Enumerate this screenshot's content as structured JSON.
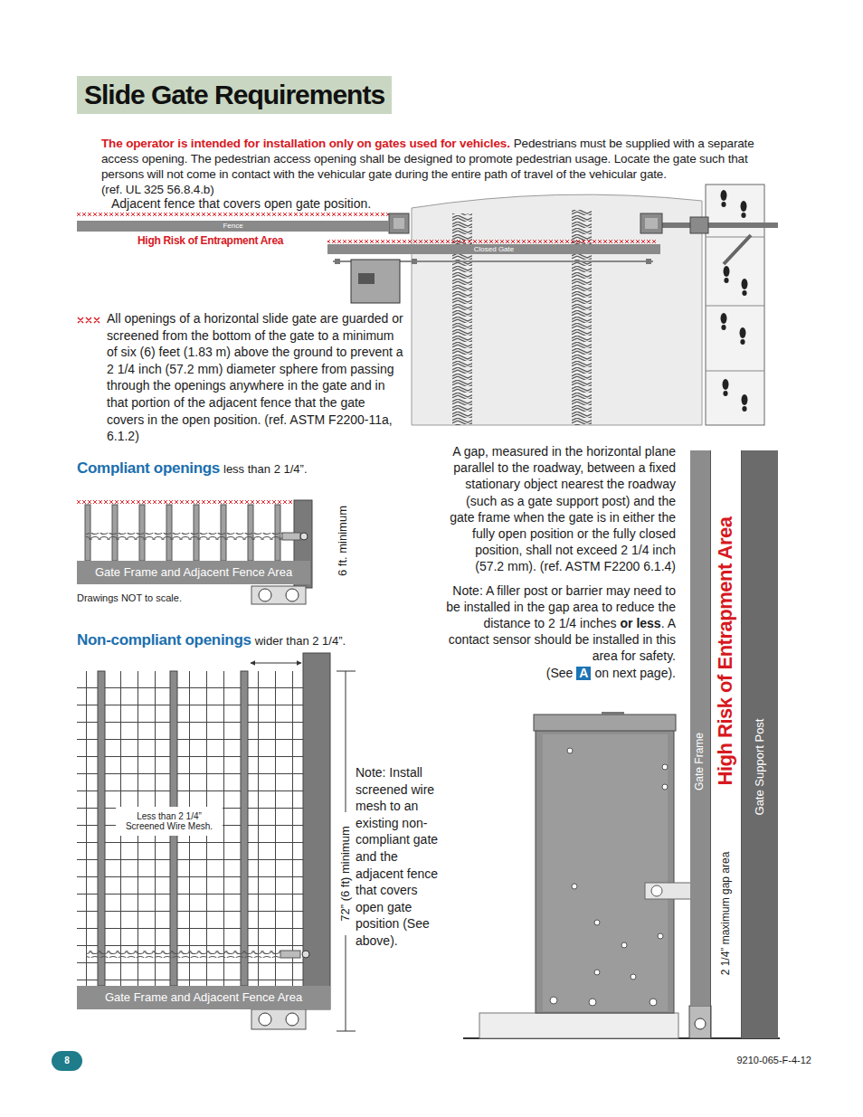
{
  "diagram": {
    "title": "Slide Gate Requirements",
    "nodes": [
      {
        "text": [
          "Fence"
        ]
      },
      {
        "text": [
          "Closed Gate"
        ]
      },
      {
        "text": [
          "Gate Frame and Adjacent Fence Area"
        ]
      },
      {
        "text": [
          "Less than 2 1/4” Screened Wire Mesh."
        ]
      },
      {
        "text": [
          "Gate Frame and Adjacent Fence Area"
        ]
      },
      {
        "text": [
          "Gate Frame"
        ]
      },
      {
        "text": [
          "Gate Support Post"
        ]
      },
      {
        "text": [
          "8"
        ]
      }
    ],
    "labels": [
      "The operator is intended for installation only on gates used for vehicles.",
      "Pedestrians must be supplied with a separate access opening. The pedestrian access opening shall be designed to promote pedestrian usage. Locate the gate such that persons will not come in contact with the vehicular gate during the entire path of travel of the vehicular gate.",
      "(ref. UL 325 56.8.4.b)",
      "Adjacent fence that covers open gate position.",
      "High Risk of Entrapment Area",
      "Compliant openings",
      "less than 2 1/4”.",
      "6 ft. minimum",
      "Drawings NOT to scale.",
      "Non-compliant openings",
      "wider than 2 1/4”.",
      "72” (6 ft) minimum",
      "Note: Install screened wire mesh to an existing non-compliant gate and the adjacent fence that covers open gate position (See above).",
      "A gap, measured in the horizontal plane parallel to the roadway, between a fixed stationary object nearest the roadway (such as a gate support post) and the gate frame when the gate is in either the fully open position or the fully closed position, shall not exceed 2 1/4 inch (57.2 mm). (ref. ASTM F2200 6.1.4)",
      "Note: A filler post or barrier may need to be installed in the gap area to reduce the distance to 2 1/4 inches",
      "or less",
      ". A contact sensor should be installed in this area for safety.",
      "(See",
      "A",
      "on next page).",
      "High Risk of Entrapment Area",
      "2 1/4” maximum gap area",
      "9210-065-F-4-12"
    ],
    "legend": [
      {
        "text": "All openings of a horizontal slide gate are guarded or screened from the bottom of the gate to a minimum of six (6) feet (1.83 m) above the ground to prevent a 2 1/4 inch (57.2 mm) diameter sphere from passing through the openings anywhere in the gate and in that portion of the adjacent fence that the gate covers in the open position. (ref. ASTM F2200-11a, 6.1.2)"
      }
    ]
  }
}
